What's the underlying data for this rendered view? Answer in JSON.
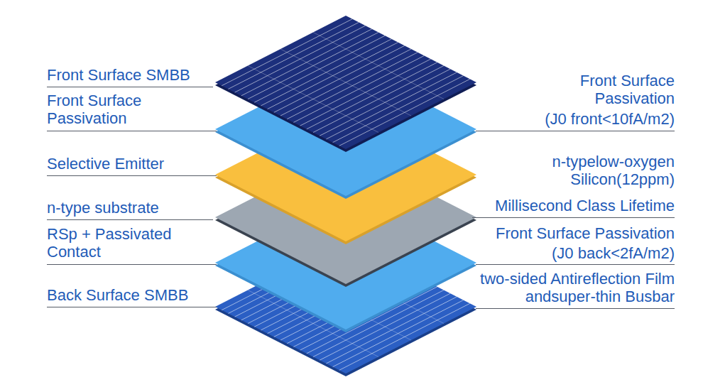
{
  "diagram": {
    "labels": [
      "Front Surface SMBB",
      "Front Surface Passivation",
      "Front Surface Passivation",
      "(J0 front<10fA/m2)",
      "Selective Emitter",
      "n-typelow-oxygen Silicon(12ppm)",
      "n-type substrate",
      "Millisecond Class Lifetime",
      "RSp + Passivated Contact",
      "Front Surface Passivation",
      "(J0 back<2fA/m2)",
      "Back Surface SMBB",
      "two-sided Antireflection Film andsuper-thin Busbar"
    ]
  }
}
